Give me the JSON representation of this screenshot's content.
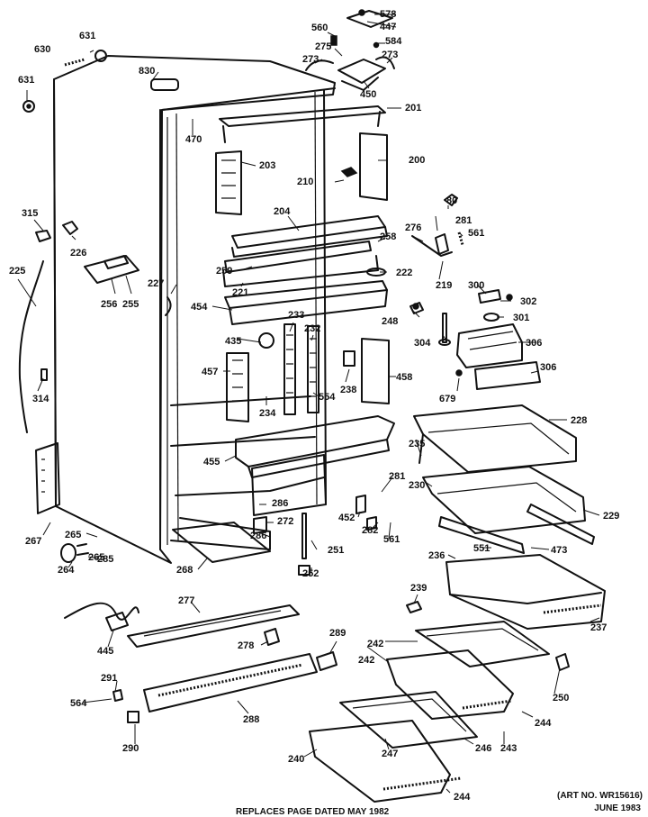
{
  "footer": {
    "art_no": "(ART NO. WR15616)",
    "replaces": "REPLACES PAGE DATED  MAY 1982",
    "date": "JUNE 1983"
  },
  "callouts": [
    {
      "id": "578",
      "text": "578"
    },
    {
      "id": "447",
      "text": "447"
    },
    {
      "id": "560",
      "text": "560"
    },
    {
      "id": "584",
      "text": "584"
    },
    {
      "id": "275",
      "text": "275"
    },
    {
      "id": "273a",
      "text": "273"
    },
    {
      "id": "273b",
      "text": "273"
    },
    {
      "id": "450",
      "text": "450"
    },
    {
      "id": "630",
      "text": "630"
    },
    {
      "id": "631a",
      "text": "631"
    },
    {
      "id": "631b",
      "text": "631"
    },
    {
      "id": "830",
      "text": "830"
    },
    {
      "id": "201",
      "text": "201"
    },
    {
      "id": "470",
      "text": "470"
    },
    {
      "id": "203",
      "text": "203"
    },
    {
      "id": "200",
      "text": "200"
    },
    {
      "id": "210",
      "text": "210"
    },
    {
      "id": "80",
      "text": "80"
    },
    {
      "id": "281a",
      "text": "281"
    },
    {
      "id": "276",
      "text": "276"
    },
    {
      "id": "561a",
      "text": "561"
    },
    {
      "id": "204",
      "text": "204"
    },
    {
      "id": "258",
      "text": "258"
    },
    {
      "id": "315",
      "text": "315"
    },
    {
      "id": "226",
      "text": "226"
    },
    {
      "id": "259",
      "text": "259"
    },
    {
      "id": "221",
      "text": "221"
    },
    {
      "id": "222",
      "text": "222"
    },
    {
      "id": "219",
      "text": "219"
    },
    {
      "id": "225",
      "text": "225"
    },
    {
      "id": "227",
      "text": "227"
    },
    {
      "id": "256",
      "text": "256"
    },
    {
      "id": "255",
      "text": "255"
    },
    {
      "id": "300",
      "text": "300"
    },
    {
      "id": "302",
      "text": "302"
    },
    {
      "id": "301",
      "text": "301"
    },
    {
      "id": "454",
      "text": "454"
    },
    {
      "id": "233",
      "text": "233"
    },
    {
      "id": "232",
      "text": "232"
    },
    {
      "id": "248",
      "text": "248"
    },
    {
      "id": "304",
      "text": "304"
    },
    {
      "id": "306a",
      "text": "306"
    },
    {
      "id": "435",
      "text": "435"
    },
    {
      "id": "457",
      "text": "457"
    },
    {
      "id": "458",
      "text": "458"
    },
    {
      "id": "306b",
      "text": "306"
    },
    {
      "id": "238",
      "text": "238"
    },
    {
      "id": "314",
      "text": "314"
    },
    {
      "id": "234",
      "text": "234"
    },
    {
      "id": "554",
      "text": "554"
    },
    {
      "id": "679",
      "text": "679"
    },
    {
      "id": "228",
      "text": "228"
    },
    {
      "id": "455",
      "text": "455"
    },
    {
      "id": "235",
      "text": "235"
    },
    {
      "id": "230",
      "text": "230"
    },
    {
      "id": "281b",
      "text": "281"
    },
    {
      "id": "229",
      "text": "229"
    },
    {
      "id": "265a",
      "text": "265"
    },
    {
      "id": "286",
      "text": "286"
    },
    {
      "id": "452",
      "text": "452"
    },
    {
      "id": "272",
      "text": "272"
    },
    {
      "id": "267",
      "text": "267"
    },
    {
      "id": "282",
      "text": "282"
    },
    {
      "id": "561b",
      "text": "561"
    },
    {
      "id": "286b",
      "text": "286"
    },
    {
      "id": "265b",
      "text": "265"
    },
    {
      "id": "285",
      "text": "285"
    },
    {
      "id": "251",
      "text": "251"
    },
    {
      "id": "551",
      "text": "551"
    },
    {
      "id": "473",
      "text": "473"
    },
    {
      "id": "264",
      "text": "264"
    },
    {
      "id": "268",
      "text": "268"
    },
    {
      "id": "252",
      "text": "252"
    },
    {
      "id": "236",
      "text": "236"
    },
    {
      "id": "239",
      "text": "239"
    },
    {
      "id": "277",
      "text": "277"
    },
    {
      "id": "237",
      "text": "237"
    },
    {
      "id": "445",
      "text": "445"
    },
    {
      "id": "278",
      "text": "278"
    },
    {
      "id": "289",
      "text": "289"
    },
    {
      "id": "242a",
      "text": "242"
    },
    {
      "id": "242b",
      "text": "242"
    },
    {
      "id": "291",
      "text": "291"
    },
    {
      "id": "250",
      "text": "250"
    },
    {
      "id": "564",
      "text": "564"
    },
    {
      "id": "288",
      "text": "288"
    },
    {
      "id": "244a",
      "text": "244"
    },
    {
      "id": "290",
      "text": "290"
    },
    {
      "id": "240",
      "text": "240"
    },
    {
      "id": "247",
      "text": "247"
    },
    {
      "id": "246",
      "text": "246"
    },
    {
      "id": "243",
      "text": "243"
    },
    {
      "id": "244b",
      "text": "244"
    }
  ]
}
